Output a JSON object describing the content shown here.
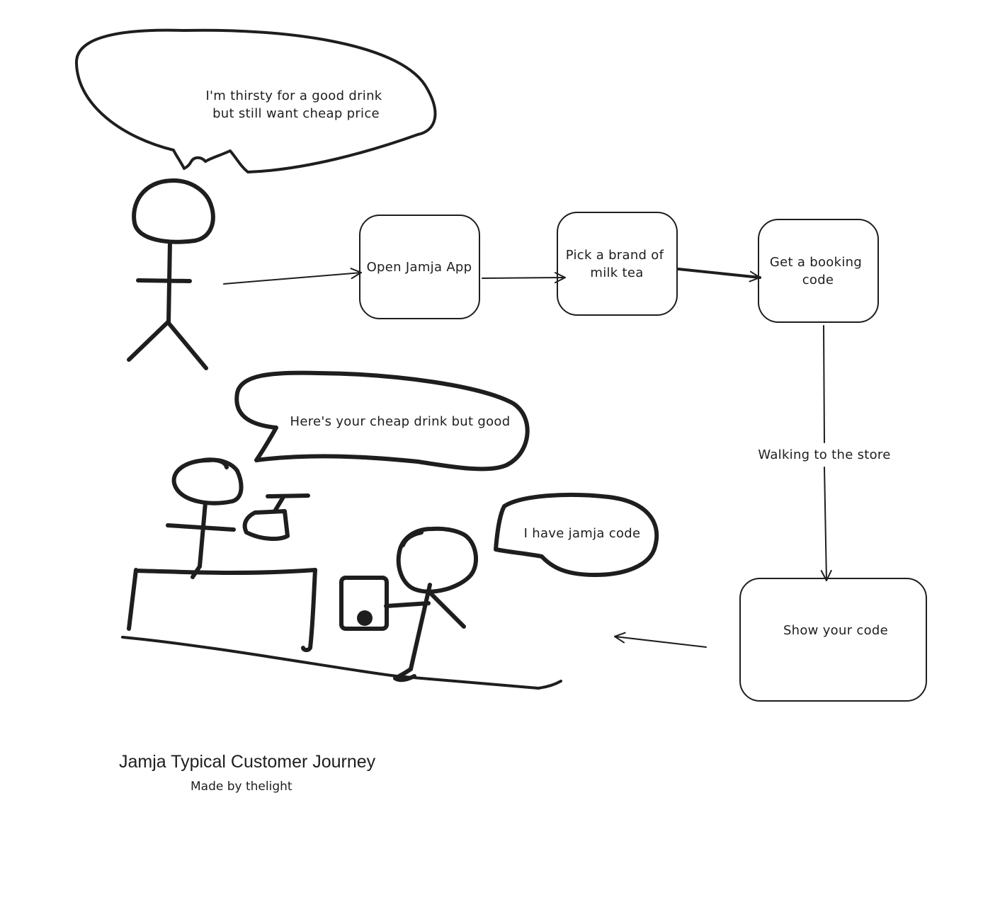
{
  "bubbles": {
    "customer_thought": [
      "I'm thirsty for a good drink",
      "but still want cheap price"
    ],
    "staff_speech": [
      "Here's your cheap drink but good"
    ],
    "customer_speech": [
      "I have jamja code"
    ]
  },
  "steps": [
    {
      "lines": [
        "Open Jamja App"
      ]
    },
    {
      "lines": [
        "Pick a brand of",
        "milk tea"
      ]
    },
    {
      "lines": [
        "Get a booking",
        "code"
      ]
    },
    {
      "lines": [
        "Show your code"
      ]
    }
  ],
  "edge_labels": {
    "walking": "Walking to the store"
  },
  "footer": {
    "title": "Jamja Typical Customer Journey",
    "credit": "Made by thelight"
  }
}
